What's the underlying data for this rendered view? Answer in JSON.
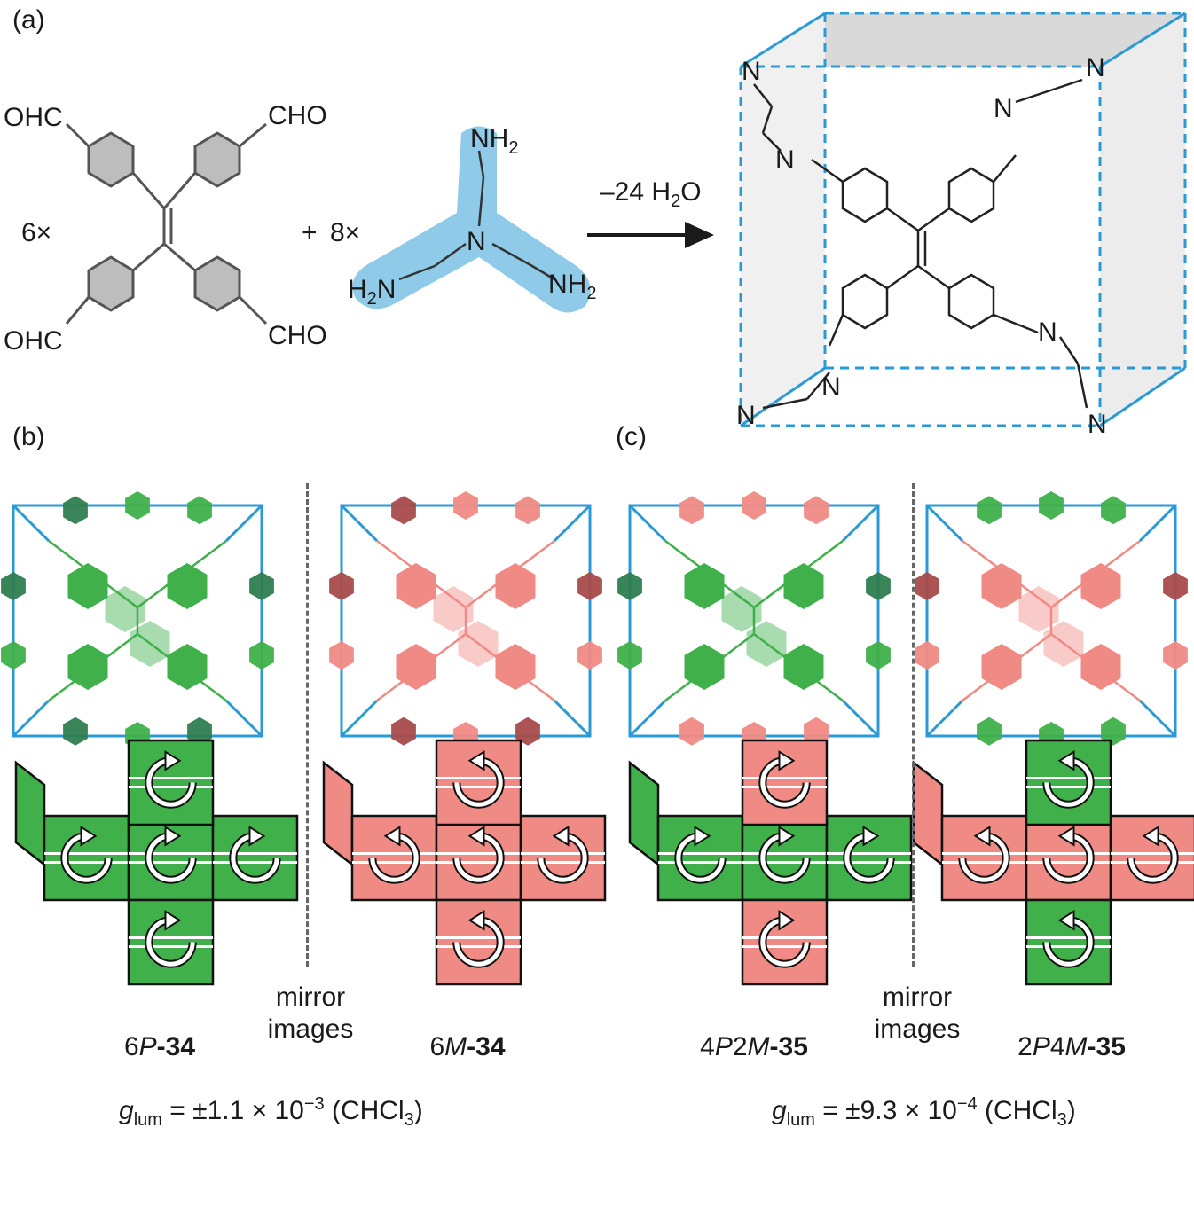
{
  "panels": {
    "a": "(a)",
    "b": "(b)",
    "c": "(c)"
  },
  "reaction": {
    "aldehyde_groups": [
      "OHC",
      "CHO",
      "OHC",
      "CHO"
    ],
    "coeff_aldehyde": "6×",
    "plus": "+",
    "coeff_amine": "8×",
    "amine_labels": {
      "top": "NH",
      "top_sub": "2",
      "center": "N",
      "left": "H",
      "left_sub": "2",
      "left_tail": "N",
      "right": "NH",
      "right_sub": "2"
    },
    "arrow_text": "–24 H",
    "arrow_sub": "2",
    "arrow_tail": "O",
    "product_labels": [
      "N",
      "N",
      "N",
      "N",
      "N",
      "N",
      "N",
      "N"
    ]
  },
  "captions": {
    "b_left_prefix": "6",
    "b_left_italic": "P",
    "b_left_bold": "-34",
    "b_right_prefix": "6",
    "b_right_italic": "M",
    "b_right_bold": "-34",
    "c_left_prefix": "4",
    "c_left_italic": "P",
    "c_left_mid": "2",
    "c_left_italic2": "M",
    "c_left_bold": "-35",
    "c_right_prefix": "2",
    "c_right_italic": "P",
    "c_right_mid": "4",
    "c_right_italic2": "M",
    "c_right_bold": "-35",
    "mirror_1": "mirror",
    "mirror_2": "images"
  },
  "glum": {
    "b_symbol": "g",
    "b_sub": "lum",
    "b_value": " = ±1.1 × 10",
    "b_exp": "−3",
    "b_solvent_open": " (CHCl",
    "b_solvent_sub": "3",
    "b_solvent_close": ")",
    "c_symbol": "g",
    "c_sub": "lum",
    "c_value": " = ±9.3 × 10",
    "c_exp": "−4",
    "c_solvent_open": " (CHCl",
    "c_solvent_sub": "3",
    "c_solvent_close": ")"
  },
  "colors": {
    "green": "#3fb04a",
    "green_dark": "#2e7d4f",
    "red": "#f08a84",
    "red_dark": "#a84b4b",
    "blue": "#2a9ad6",
    "amine_highlight": "#8fcbe8"
  }
}
